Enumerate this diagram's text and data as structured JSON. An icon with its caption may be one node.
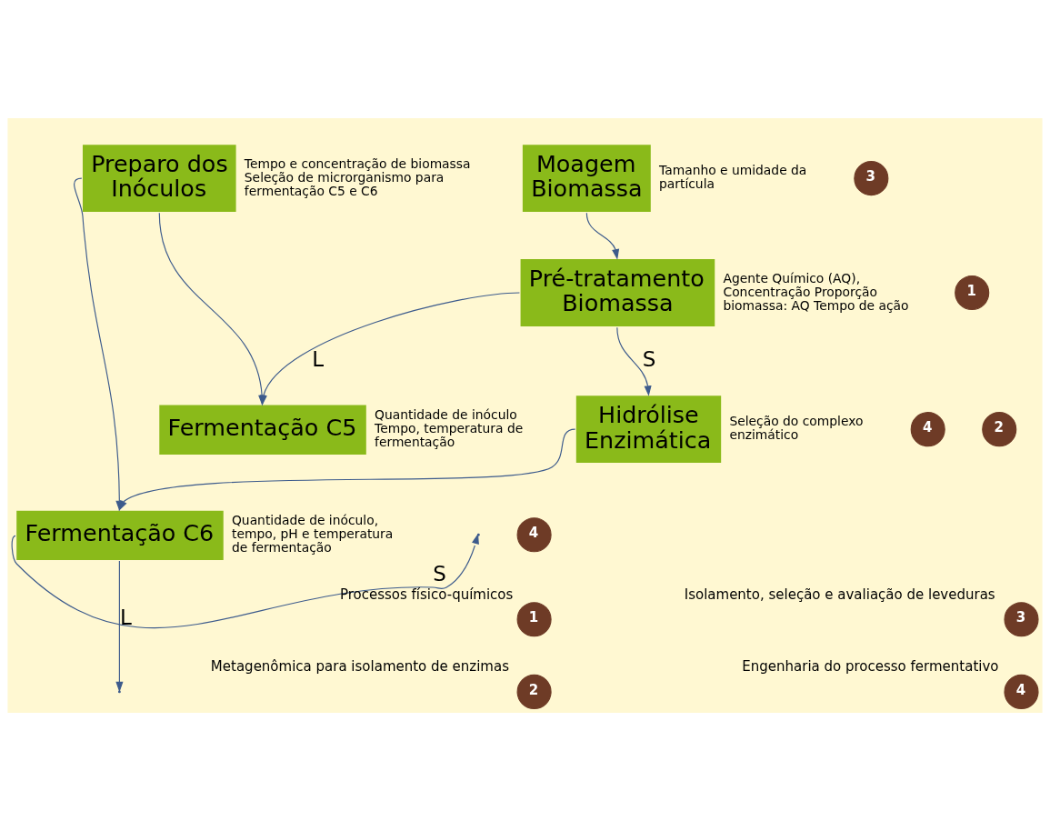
{
  "diagram": {
    "nodes": [
      {
        "text": [
          "Preparo dos Inóculos"
        ],
        "beside": [
          "Tempo e concentração de biomassa Seleção de microrganismo para fermentação C5 e C6"
        ]
      },
      {
        "text": [
          "3"
        ]
      },
      {
        "text": [
          "Moagem Biomassa"
        ],
        "beside": [
          "Tamanho e umidade da partícula"
        ]
      },
      {
        "text": [
          "Pré-tratamento Biomassa"
        ],
        "beside": [
          "Agente Químico (AQ), Concentração Proporção biomassa: AQ Tempo de ação"
        ]
      },
      {
        "text": [
          "1"
        ]
      },
      {
        "text": [
          "Fermentação C5"
        ],
        "beside": [
          "Quantidade de inóculo Tempo, temperatura de fermentação"
        ]
      },
      {
        "text": [
          "4"
        ]
      },
      {
        "text": [
          "Hidrólise Enzimática"
        ],
        "beside": [
          "Seleção do complexo enzimático"
        ]
      },
      {
        "text": [
          "2"
        ]
      },
      {
        "text": [
          "Fermentação C6"
        ],
        "beside": [
          "Quantidade de inóculo, tempo, pH e temperatura de fermentação"
        ]
      },
      {
        "text": [
          "4"
        ]
      },
      {
        "text": [
          "1"
        ],
        "beside": [
          "Processos físico-químicos"
        ]
      },
      {
        "text": [
          "2"
        ],
        "beside": [
          "Metagenômica para isolamento de enzimas"
        ]
      },
      {
        "text": [
          "3"
        ],
        "beside": [
          "Isolamento, seleção e avaliação de leveduras"
        ]
      },
      {
        "text": [
          "4"
        ],
        "beside": [
          "Engenharia do processo fermentativo"
        ]
      }
    ],
    "edges": [
      {
        "from": 0,
        "to": 5,
        "arrow": "to"
      },
      {
        "from": 2,
        "to": 3,
        "arrow": "to"
      },
      {
        "from": 3,
        "to": 5,
        "arrow": "to",
        "label": "L"
      },
      {
        "from": 3,
        "to": 7,
        "arrow": "to",
        "label": "S"
      },
      {
        "from": 7,
        "to": 9,
        "arrow": "to"
      },
      {
        "from": 0,
        "to": 9,
        "arrow": "to"
      },
      {
        "from": 9,
        "to": null,
        "arrow": "to",
        "label": "S"
      },
      {
        "from": 9,
        "to": null,
        "arrow": "to",
        "label": "L"
      }
    ]
  }
}
